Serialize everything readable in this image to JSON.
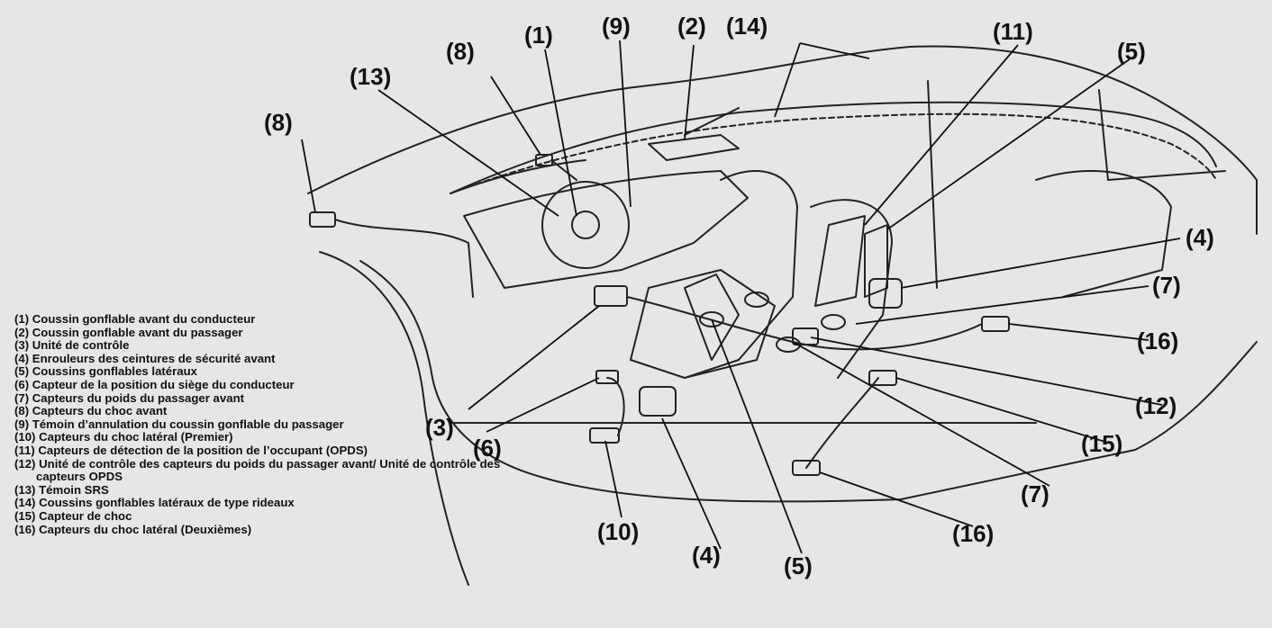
{
  "callouts": {
    "c1": "(1)",
    "c2": "(2)",
    "c3": "(3)",
    "c4a": "(4)",
    "c4b": "(4)",
    "c5a": "(5)",
    "c5b": "(5)",
    "c6": "(6)",
    "c7a": "(7)",
    "c7b": "(7)",
    "c8a": "(8)",
    "c8b": "(8)",
    "c9": "(9)",
    "c10": "(10)",
    "c11": "(11)",
    "c12": "(12)",
    "c13": "(13)",
    "c14": "(14)",
    "c15": "(15)",
    "c16a": "(16)",
    "c16b": "(16)"
  },
  "legend": [
    "(1) Coussin gonflable avant du conducteur",
    "(2) Coussin gonflable avant du passager",
    "(3) Unité de contrôle",
    "(4) Enrouleurs des ceintures de sécurité avant",
    "(5) Coussins gonflables latéraux",
    "(6) Capteur de la position du siège du conducteur",
    "(7) Capteurs du poids du passager avant",
    "(8) Capteurs du choc avant",
    "(9) Témoin d’annulation du coussin gonflable du passager",
    "(10) Capteurs du choc latéral (Premier)",
    "(11) Capteurs de détection de la position de l’occupant (OPDS)",
    "(12) Unité de contrôle des capteurs du poids du passager avant/ Unité de contrôle des capteurs OPDS",
    "(13) Témoin SRS",
    "(14) Coussins gonflables latéraux de type rideaux",
    "(15) Capteur de choc",
    "(16) Capteurs du choc latéral (Deuxièmes)"
  ],
  "colors": {
    "background": "#e6e6e6",
    "line": "#1a1a1a"
  }
}
